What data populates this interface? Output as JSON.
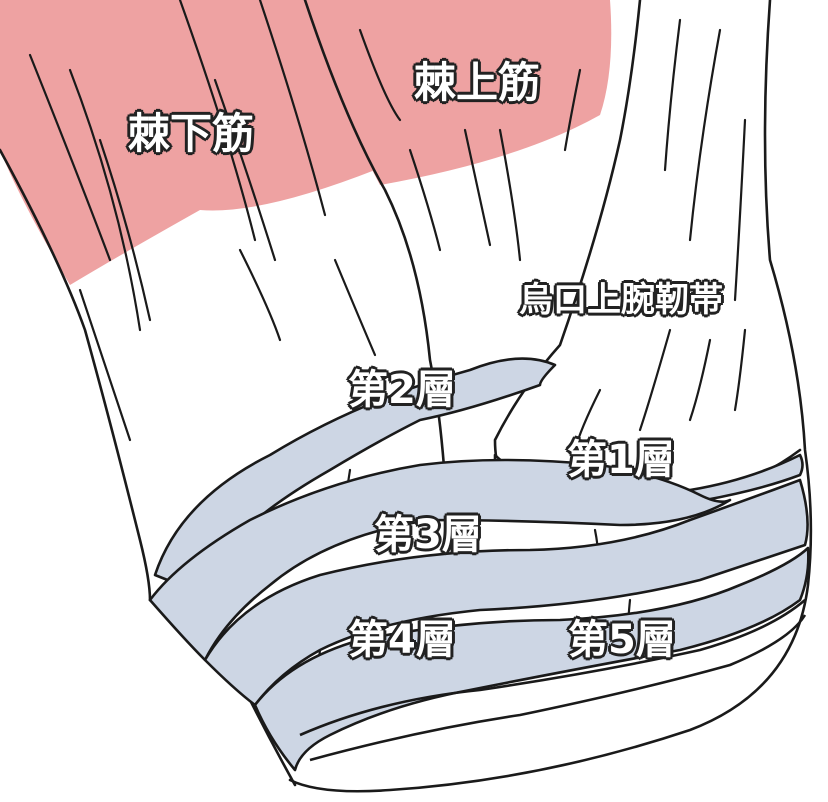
{
  "labels": {
    "infraspinatus": "棘下筋",
    "supraspinatus": "棘上筋",
    "coracohumeral_ligament": "烏口上腕靭帯",
    "layer1": "第1層",
    "layer2": "第2層",
    "layer3": "第3層",
    "layer4": "第4層",
    "layer5": "第5層"
  },
  "colors": {
    "muscle": "#eea2a2",
    "layer_band": "#cdd6e4",
    "outline": "#1a1a1a",
    "background": "#ffffff"
  }
}
